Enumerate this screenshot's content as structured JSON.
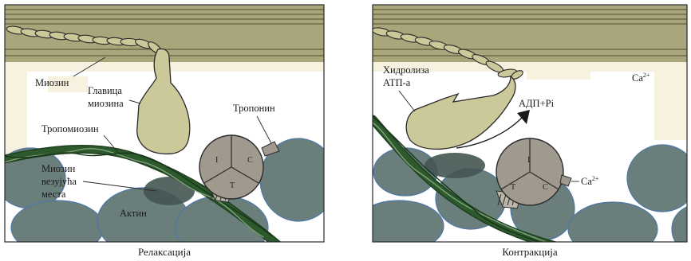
{
  "panels": {
    "left": {
      "caption": "Релаксација",
      "labels": {
        "myosin": "Миозин",
        "myosin_head_1": "Главица",
        "myosin_head_2": "миозина",
        "troponin": "Тропонин",
        "tropomyosin": "Тропомиозин",
        "binding_1": "Миозин",
        "binding_2": "везујућа",
        "binding_3": "места",
        "actin": "Актин"
      },
      "troponin_segments": [
        "I",
        "C",
        "T"
      ]
    },
    "right": {
      "caption": "Контракција",
      "labels": {
        "hydrolysis_1": "Хидролиза",
        "hydrolysis_2": "АТП-а",
        "adp_pi": "АДП+Pi",
        "calcium_free_base": "Ca",
        "calcium_free_sup": "2+",
        "calcium_bound_base": "Ca",
        "calcium_bound_sup": "2+"
      },
      "troponin_segments": [
        "I",
        "T",
        "C"
      ]
    }
  },
  "colors": {
    "thick_filament": "#a8a67a",
    "thick_stripe": "#6d6b48",
    "cream": "#f7f1df",
    "myosin_head": "#cbc89a",
    "actin": "#6a7f7b",
    "actin_edge": "#4f78a8",
    "tropomyosin": "#2c5a2c",
    "troponin": "#a09a8e",
    "outline": "#2a2a2a"
  }
}
